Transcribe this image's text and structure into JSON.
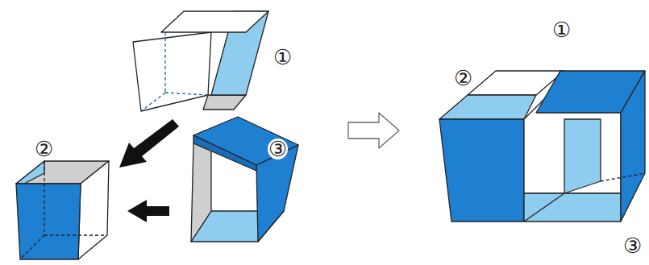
{
  "diagram": {
    "labels": [
      "①",
      "②",
      "③",
      "①",
      "②",
      "③"
    ]
  }
}
